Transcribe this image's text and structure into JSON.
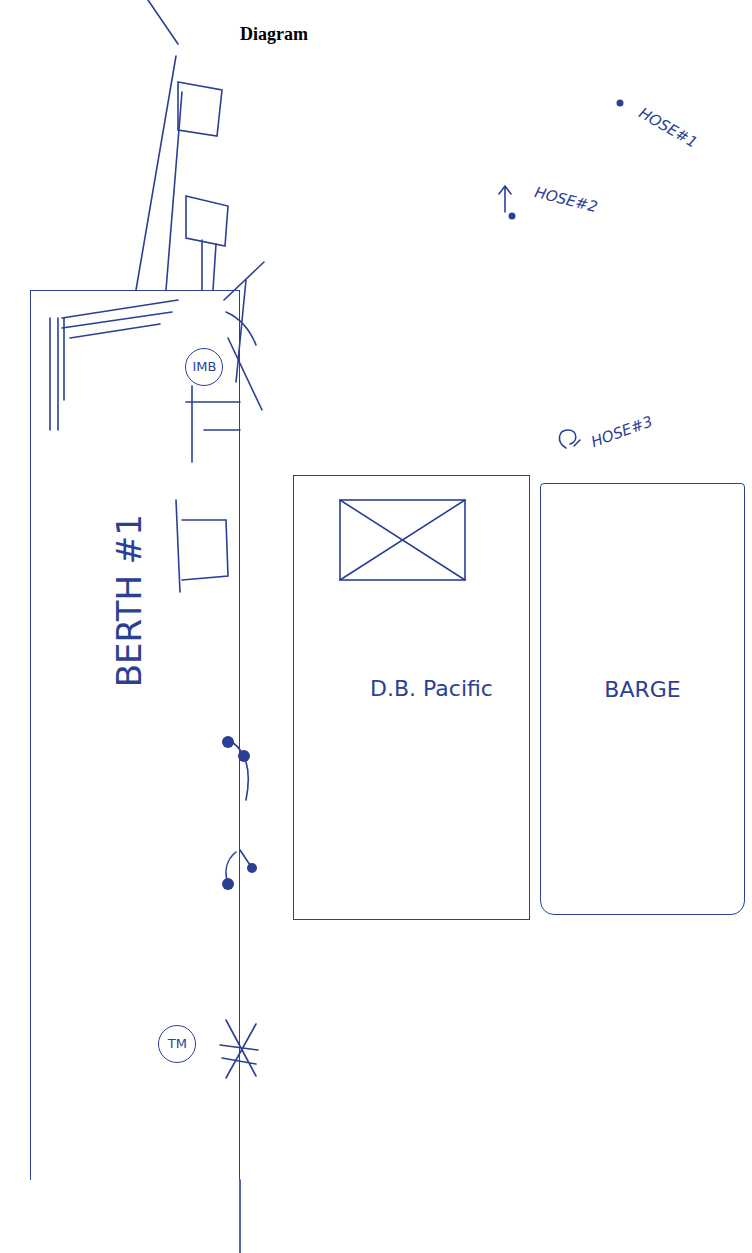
{
  "diagram": {
    "title": "Diagram",
    "nodes": [
      {
        "text": [
          "BERTH #1"
        ]
      },
      {
        "text": [
          "IMB"
        ],
        "in": 0
      },
      {
        "text": [
          "D.B. Pacific"
        ]
      },
      {
        "text": [
          "BARGE"
        ]
      },
      {
        "text": [
          "TM"
        ],
        "in": 0
      }
    ],
    "labels": [
      "HOSE#1",
      "HOSE#2",
      "HOSE#3"
    ]
  }
}
